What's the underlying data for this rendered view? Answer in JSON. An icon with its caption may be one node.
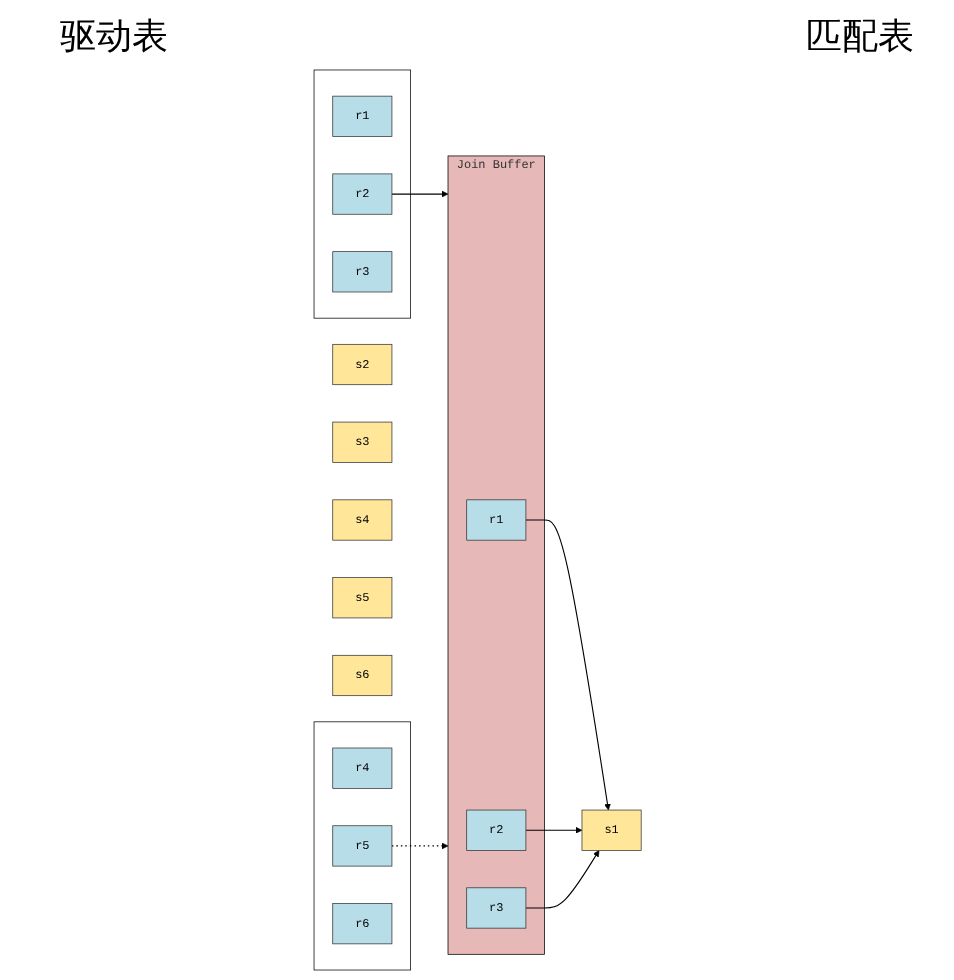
{
  "diagram": {
    "nodes": [
      {
        "text": [],
        "shape": "box"
      },
      {
        "text": [
          "r1"
        ],
        "in": 0
      },
      {
        "text": [
          "r2"
        ],
        "in": 0
      },
      {
        "text": [
          "r3"
        ],
        "in": 0
      },
      {
        "text": [],
        "shape": "box"
      },
      {
        "text": [
          "r4"
        ],
        "in": 4
      },
      {
        "text": [
          "r5"
        ],
        "in": 4
      },
      {
        "text": [
          "r6"
        ],
        "in": 4
      },
      {
        "text": [
          "Join Buffer"
        ]
      },
      {
        "text": [
          "r1"
        ],
        "in": 8
      },
      {
        "text": [
          "r2"
        ],
        "in": 8
      },
      {
        "text": [
          "r3"
        ],
        "in": 8
      },
      {
        "text": [
          "s1"
        ]
      },
      {
        "text": [
          "s2"
        ]
      },
      {
        "text": [
          "s3"
        ]
      },
      {
        "text": [
          "s4"
        ]
      },
      {
        "text": [
          "s5"
        ]
      },
      {
        "text": [
          "s6"
        ]
      }
    ],
    "edges": [
      {
        "from": 2,
        "to": 8,
        "arrow": "to"
      },
      {
        "from": 9,
        "to": 12,
        "arrow": "to"
      },
      {
        "from": 10,
        "to": 12,
        "arrow": "to"
      },
      {
        "from": 11,
        "to": 12,
        "arrow": "to"
      },
      {
        "from": 6,
        "to": 8,
        "arrow": "to",
        "style": "dashed"
      }
    ],
    "labels": [
      "驱动表",
      "匹配表"
    ]
  }
}
